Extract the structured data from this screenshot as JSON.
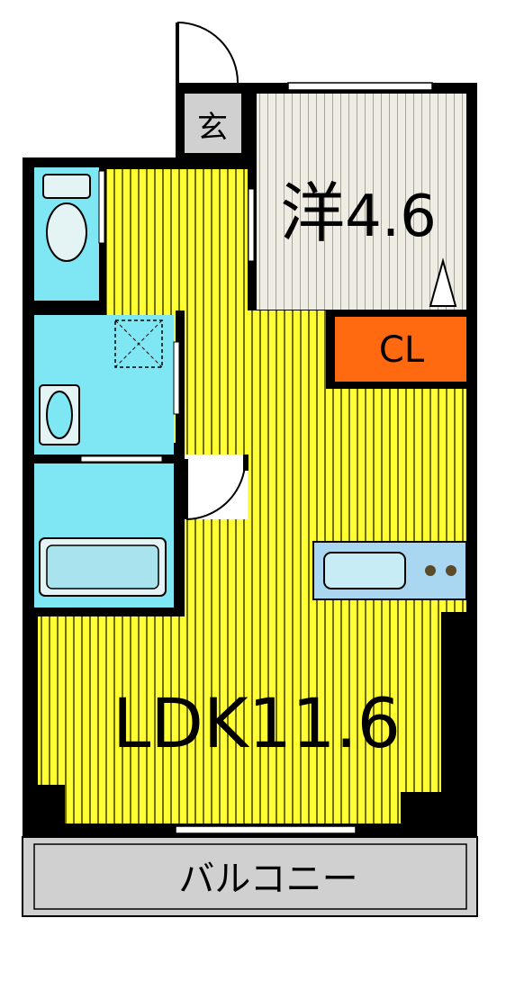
{
  "rooms": {
    "genkan": "玄",
    "western_room_kanji": "洋",
    "western_room_size": "4.6",
    "closet": "CL",
    "ldk": "LDK11.6",
    "balcony": "バルコニー"
  },
  "colors": {
    "ldk_floor": "#ffff33",
    "ldk_stripe": "#6e6e00",
    "wet_area": "#7fe6f4",
    "western_room": "#efece4",
    "closet": "#ff6a10",
    "balcony": "#d0d0d0",
    "genkan": "#d0d0d0",
    "kitchen": "#a9d6f0",
    "wall": "#000000"
  }
}
